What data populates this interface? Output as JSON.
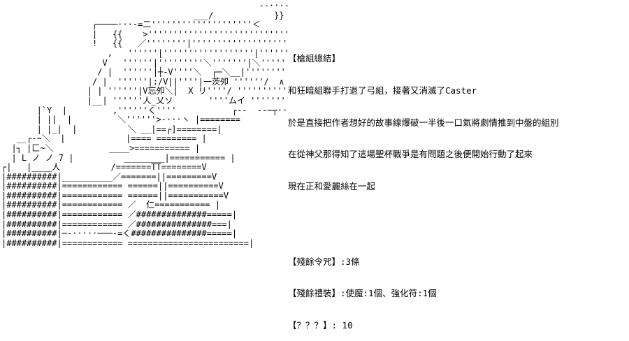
{
  "art_lines": [
    "                                                   --···-----┐",
    "                                      ___/            }}  |",
    "                  ┌────···-=二''''''''''''''''''''＜      }} !",
    "                  |   {{    >''''''''''''''''''''''''''''\\     ＼",
    "                  !   {{   ／''''''''|'''''''''''''''''''''''''''''＼  ,",
    "                     ,   ''''''|''''''''''''''''''|'''''''''|''''''''''''V",
    "                    V   ''''''|'''''''''＼'''''''|＼'''''''|'''''''''|＼___",
    "                   / |  ''''''|┼-V''''＼  ┌─＼__|'''''''''''''''|  |",
    "                  / |  ''''''|:/V||''''|一茨夘 ''''''/  ∧  ‖ |",
    "                 | | ''''''|V忘夘＼|  X リ''''/ ''''''''''|__/",
    "                 |__| ''''''人_乂ソ       ''''ムイ ''''''''''''|",
    "       |`Y  |         ,''''''く''''           ┌--  --─┬···=ミ",
    "       | ||  |         ＼''''''>-···ヽ |========",
    "       | |_|  |          ＼ __|==┌]========|",
    "   __┌-~＼  |            |==== ======== |",
    "  |┐ |匚~＼           ____>=========== |",
    "  | L ノ ノ 7 |          ________|=========== |",
    "┌|   |____人          /=======TT========V",
    "|##########|__________／=======||=========V",
    "|##########|============ ======||==========V",
    "|##########|============ ======||===========V",
    "|##########|============ ／  仁=========== |",
    "|##########|============ ／##############=====|",
    "|##########|============ ／###############===|",
    "|##########|─-·····───-=く###############=====|",
    "|##########|============ ========================|"
  ],
  "status": {
    "title": "【槍組總結】",
    "lines": [
      "和狂暗組聯手打退了弓組，接著又消滅了Caster",
      "於是直接把作者想好的故事線爆破一半後一口氣將劇情推到中盤的組別",
      "在從神父那得知了這場聖杯戰爭是有問題之後便開始行動了起來",
      "現在正和愛麗絲在一起"
    ],
    "stats": [
      "【殘餘令咒】:3條",
      "【殘餘禮裝】:使魔:1個、強化符:1個",
      "【？？？】: 10"
    ]
  }
}
